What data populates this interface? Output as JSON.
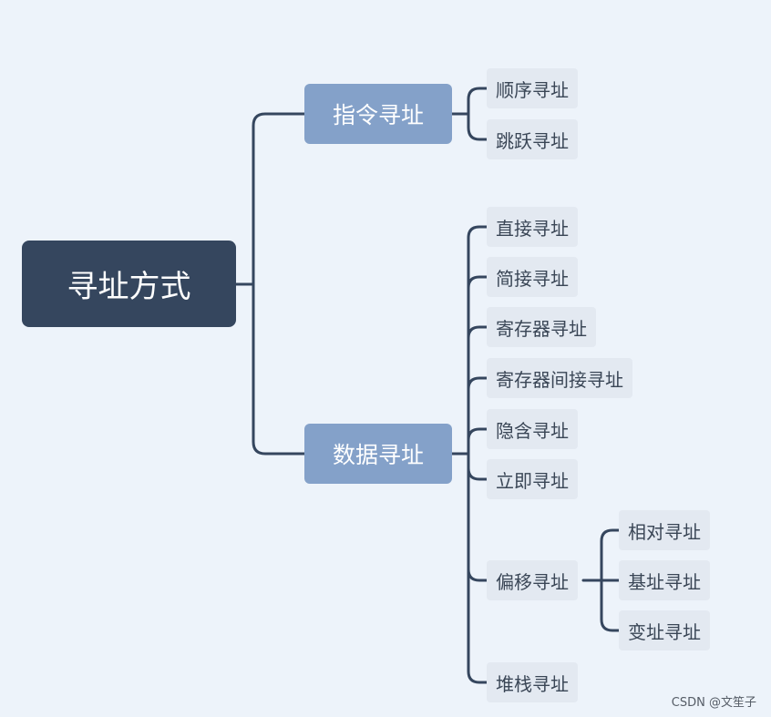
{
  "root": "寻址方式",
  "branches": {
    "instruction": {
      "label": "指令寻址",
      "children": [
        "顺序寻址",
        "跳跃寻址"
      ]
    },
    "data": {
      "label": "数据寻址",
      "children": [
        "直接寻址",
        "简接寻址",
        "寄存器寻址",
        "寄存器间接寻址",
        "隐含寻址",
        "立即寻址",
        "偏移寻址",
        "堆栈寻址"
      ],
      "offset_children": [
        "相对寻址",
        "基址寻址",
        "变址寻址"
      ]
    }
  },
  "watermark": "CSDN @文笙子",
  "colors": {
    "background": "#edf3fa",
    "root": "#35465e",
    "branch": "#84a1c9",
    "leaf": "#e3e9f1",
    "line": "#35465e"
  }
}
